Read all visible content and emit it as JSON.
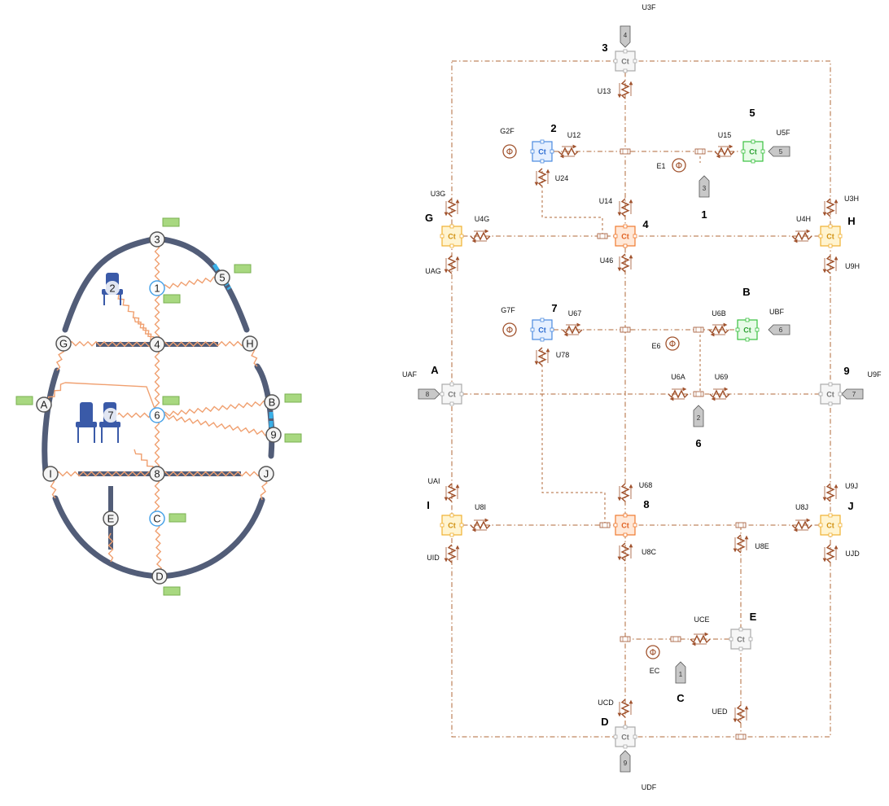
{
  "colors": {
    "wall": "#525d78",
    "resistor": "#f0a070",
    "seat": "#3a5aa8",
    "sensor": "#a8d880",
    "flow": "#a0522d",
    "dash": "#b06a3a",
    "node_white": "#ffffff",
    "node_blue_ring": "#4aa3e8",
    "accent_blue": "#3ab0e8"
  },
  "left_nodes": [
    {
      "id": "3",
      "label": "3",
      "style": "plain"
    },
    {
      "id": "1",
      "label": "1",
      "style": "blue"
    },
    {
      "id": "2",
      "label": "2",
      "style": "seat"
    },
    {
      "id": "5",
      "label": "5",
      "style": "plain"
    },
    {
      "id": "G",
      "label": "G",
      "style": "plain"
    },
    {
      "id": "4",
      "label": "4",
      "style": "plain"
    },
    {
      "id": "H",
      "label": "H",
      "style": "plain"
    },
    {
      "id": "A",
      "label": "A",
      "style": "plain"
    },
    {
      "id": "7",
      "label": "7",
      "style": "seat"
    },
    {
      "id": "6",
      "label": "6",
      "style": "blue"
    },
    {
      "id": "B",
      "label": "B",
      "style": "plain"
    },
    {
      "id": "9",
      "label": "9",
      "style": "plain"
    },
    {
      "id": "I",
      "label": "I",
      "style": "plain"
    },
    {
      "id": "8",
      "label": "8",
      "style": "plain"
    },
    {
      "id": "J",
      "label": "J",
      "style": "plain"
    },
    {
      "id": "E",
      "label": "E",
      "style": "plain"
    },
    {
      "id": "C",
      "label": "C",
      "style": "blue"
    },
    {
      "id": "D",
      "label": "D",
      "style": "plain"
    }
  ],
  "right_zones": [
    {
      "id": "3",
      "label": "3",
      "color": "gray"
    },
    {
      "id": "2",
      "label": "2",
      "color": "blue"
    },
    {
      "id": "5",
      "label": "5",
      "color": "green"
    },
    {
      "id": "G",
      "label": "G",
      "color": "yellow"
    },
    {
      "id": "4",
      "label": "4",
      "color": "orange"
    },
    {
      "id": "H",
      "label": "H",
      "color": "yellow"
    },
    {
      "id": "7",
      "label": "7",
      "color": "blue"
    },
    {
      "id": "B",
      "label": "B",
      "color": "green"
    },
    {
      "id": "A",
      "label": "A",
      "color": "gray"
    },
    {
      "id": "9",
      "label": "9",
      "color": "gray"
    },
    {
      "id": "I",
      "label": "I",
      "color": "yellow"
    },
    {
      "id": "8",
      "label": "8",
      "color": "orange"
    },
    {
      "id": "J",
      "label": "J",
      "color": "yellow"
    },
    {
      "id": "E",
      "label": "E",
      "color": "gray"
    },
    {
      "id": "D",
      "label": "D",
      "color": "gray"
    }
  ],
  "ct_label": "Ct",
  "phi_label": "Φ",
  "extra_labels": [
    "1",
    "6",
    "C"
  ],
  "conductances": [
    "U13",
    "U12",
    "U15",
    "U24",
    "U14",
    "U3G",
    "U3H",
    "U4G",
    "U4H",
    "UAG",
    "U46",
    "U9H",
    "U67",
    "U6B",
    "U78",
    "U6A",
    "U69",
    "UAI",
    "U68",
    "U9J",
    "U8I",
    "U8J",
    "UID",
    "U8C",
    "U8E",
    "UJD",
    "UCE",
    "UCD",
    "UED"
  ],
  "flux_labels": [
    "U3F",
    "G2F",
    "U5F",
    "E1",
    "G7F",
    "UBF",
    "E6",
    "UAF",
    "U9F",
    "EC",
    "UDF"
  ],
  "boundary_tags": [
    "4",
    "5",
    "3",
    "6",
    "8",
    "2",
    "7",
    "1",
    "9"
  ]
}
